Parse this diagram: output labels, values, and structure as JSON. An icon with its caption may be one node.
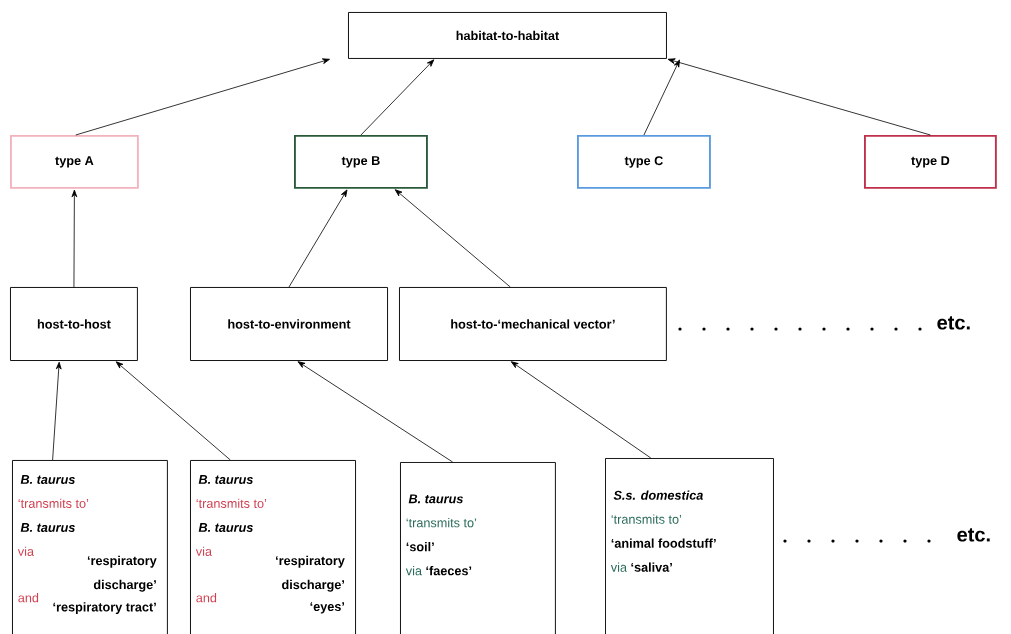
{
  "diagram": {
    "nodes": [
      {
        "text": [
          "habitat-to-habitat"
        ]
      },
      {
        "text": [
          "type A"
        ]
      },
      {
        "text": [
          "type B"
        ]
      },
      {
        "text": [
          "type C"
        ]
      },
      {
        "text": [
          "type D"
        ]
      },
      {
        "text": [
          "host-to-host"
        ]
      },
      {
        "text": [
          "host-to-environment"
        ]
      },
      {
        "text": [
          "host-to-‘mechanical vector’"
        ]
      },
      {
        "text": [
          "B. taurus",
          "‘transmits to’",
          "B. taurus",
          "via",
          "‘respiratory discharge’",
          "and",
          "‘respiratory tract’"
        ]
      },
      {
        "text": [
          "B. taurus",
          "‘transmits to’",
          "B. taurus",
          "via",
          "‘respiratory discharge’",
          "and",
          "‘eyes’"
        ]
      },
      {
        "text": [
          "B. taurus",
          "‘transmits to’",
          "‘soil’",
          "via",
          "‘faeces’"
        ]
      },
      {
        "text": [
          "S.s. domestica",
          "‘transmits to’",
          "‘animal foodstuff’",
          "via",
          "‘saliva’"
        ]
      }
    ],
    "edges": [
      {
        "from": 1,
        "to": 0,
        "arrow": "to"
      },
      {
        "from": 2,
        "to": 0,
        "arrow": "to"
      },
      {
        "from": 3,
        "to": 0,
        "arrow": "to"
      },
      {
        "from": 4,
        "to": 0,
        "arrow": "to"
      },
      {
        "from": 5,
        "to": 1,
        "arrow": "to"
      },
      {
        "from": 6,
        "to": 2,
        "arrow": "to"
      },
      {
        "from": 7,
        "to": 2,
        "arrow": "to"
      },
      {
        "from": 8,
        "to": 5,
        "arrow": "to"
      },
      {
        "from": 9,
        "to": 5,
        "arrow": "to"
      },
      {
        "from": 10,
        "to": 6,
        "arrow": "to"
      },
      {
        "from": 11,
        "to": 7,
        "arrow": "to"
      }
    ],
    "labels": [
      "etc.",
      "etc."
    ]
  }
}
